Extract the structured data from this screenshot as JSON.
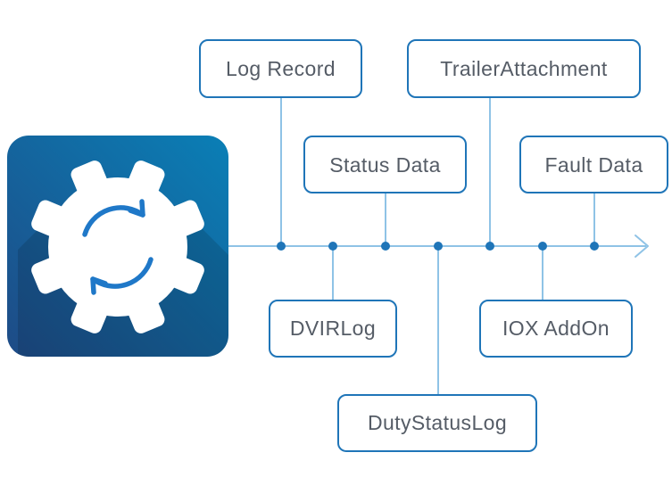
{
  "diagram": {
    "icon": "gear-sync-icon",
    "colors": {
      "tile_dark": "#1e4b86",
      "tile_light": "#0a7fb6",
      "node_border": "#1f75b8",
      "line": "#8fc3e6",
      "dot": "#1f75b8",
      "label": "#555c66",
      "sync_arrows": "#1f78c8"
    },
    "nodes": [
      {
        "id": "log-record",
        "label": "Log Record"
      },
      {
        "id": "trailer-attachment",
        "label": "TrailerAttachment"
      },
      {
        "id": "status-data",
        "label": "Status Data"
      },
      {
        "id": "fault-data",
        "label": "Fault Data"
      },
      {
        "id": "dvir-log",
        "label": "DVIRLog"
      },
      {
        "id": "iox-addon",
        "label": "IOX AddOn"
      },
      {
        "id": "duty-status-log",
        "label": "DutyStatusLog"
      }
    ]
  }
}
